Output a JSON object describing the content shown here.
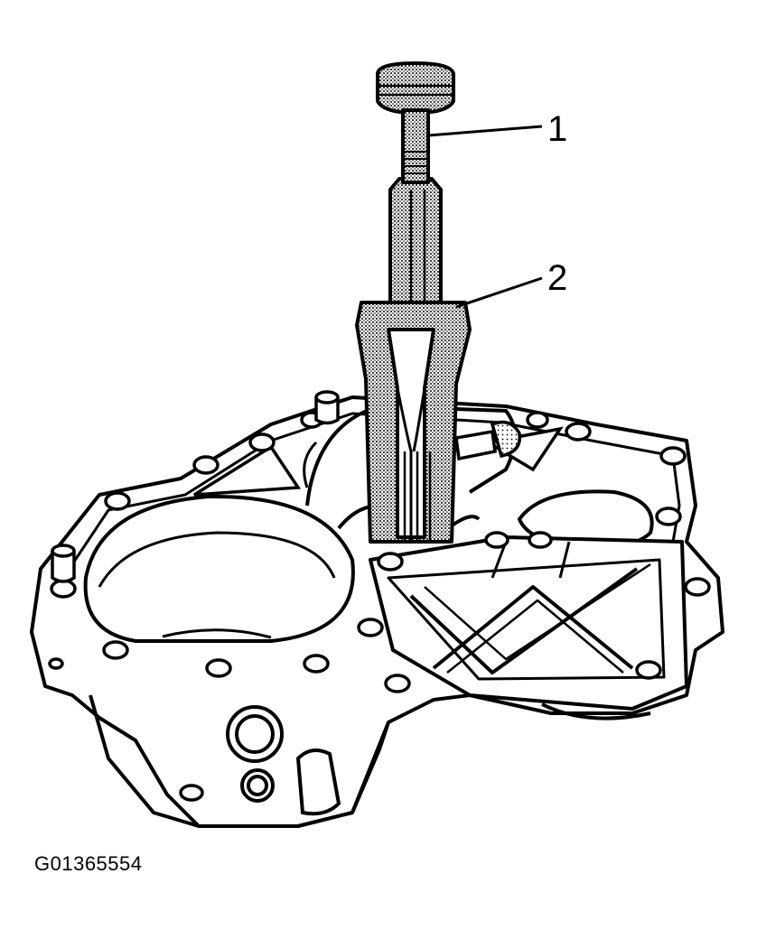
{
  "callouts": [
    {
      "number": "1"
    },
    {
      "number": "2"
    }
  ],
  "figure_id": "G01365554",
  "colors": {
    "ink": "#000000",
    "paper": "#ffffff",
    "shade": "#9a9a9a"
  }
}
